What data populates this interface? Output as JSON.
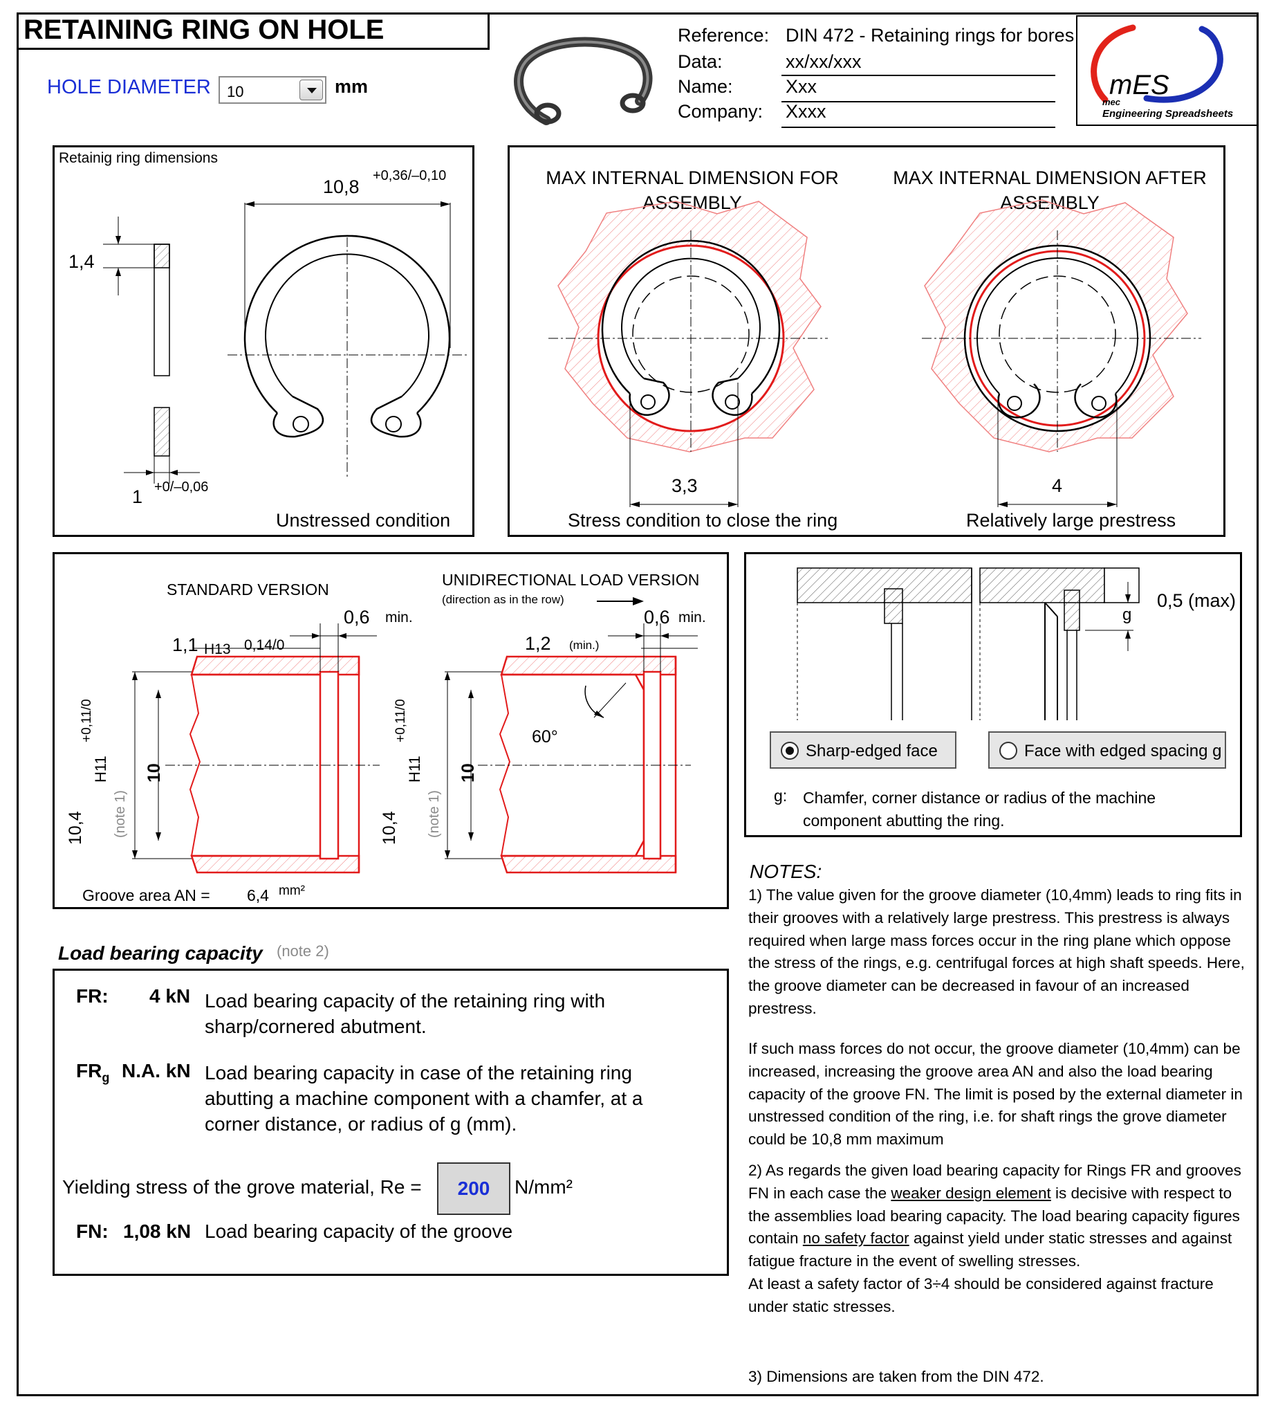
{
  "title": "RETAINING RING ON HOLE",
  "hole_diameter": {
    "label": "HOLE DIAMETER",
    "value": "10",
    "unit": "mm"
  },
  "header": {
    "reference_label": "Reference:",
    "reference_value": "DIN 472 - Retaining rings for bores",
    "data_label": "Data:",
    "data_value": "xx/xx/xxx",
    "name_label": "Name:",
    "name_value": "Xxx",
    "company_label": "Company:",
    "company_value": "Xxxx"
  },
  "logo": {
    "mark": "mES",
    "line1": "mec",
    "line2": "Engineering Spreadsheets"
  },
  "ring_dimensions": {
    "caption": "Retainig ring dimensions",
    "outer_dim": "10,8",
    "outer_tol": "+0,36/–0,10",
    "height_dim": "1,4",
    "thick_dim": "1",
    "thick_tol": "+0/–0,06",
    "condition": "Unstressed condition"
  },
  "assembly": {
    "left_title_1": "MAX INTERNAL DIMENSION FOR",
    "left_title_2": "ASSEMBLY",
    "right_title_1": "MAX INTERNAL DIMENSION AFTER",
    "right_title_2": "ASSEMBLY",
    "left_dim": "3,3",
    "right_dim": "4",
    "left_caption": "Stress condition to close the ring",
    "right_caption": "Relatively large prestress"
  },
  "groove": {
    "standard_title": "STANDARD VERSION",
    "uni_title": "UNIDIRECTIONAL LOAD VERSION",
    "uni_sub": "(direction as in the row)",
    "min_label": "min.",
    "min_dim": "0,6",
    "width_dim": "1,1",
    "width_tol_class": "H13",
    "width_tol": "0,14/0",
    "uni_width": "1,2",
    "uni_width_note": "(min.)",
    "angle": "60°",
    "groove_dia": "10,4",
    "groove_tol_class": "H11",
    "groove_tol": "+0,11/0",
    "note_ref": "(note 1)",
    "bore": "10",
    "area_label": "Groove area AN =",
    "area_value": "6,4",
    "area_unit": "mm²"
  },
  "abutment": {
    "g_label": "g",
    "chamfer_max": "0,5 (max)",
    "option_sharp": "Sharp-edged face",
    "option_spacing": "Face with edged spacing g",
    "g_desc_key": "g:",
    "g_desc_1": "Chamfer, corner distance or radius of the machine",
    "g_desc_2": "component abutting the ring."
  },
  "load": {
    "heading": "Load bearing capacity",
    "note": "(note 2)",
    "fr_key": "FR:",
    "fr_value": "4 kN",
    "fr_desc_1": "Load bearing capacity of the retaining ring with",
    "fr_desc_2": "sharp/cornered abutment.",
    "frg_key": "FR",
    "frg_sub": "g",
    "frg_value": "N.A. kN",
    "frg_desc_1": "Load bearing capacity in case of the retaining ring",
    "frg_desc_2": "abutting a machine component with a chamfer, at a",
    "frg_desc_3": "corner distance, or radius of g (mm).",
    "re_label": "Yielding stress of the grove material, Re =",
    "re_value": "200",
    "re_unit": "N/mm²",
    "fn_key": "FN:",
    "fn_value": "1,08 kN",
    "fn_desc": "Load bearing capacity of the groove"
  },
  "notes": {
    "heading": "NOTES:",
    "n1": "1) The value given for the groove diameter (10,4mm) leads to ring fits in their grooves with a relatively large prestress. This prestress is always required when large mass forces occur in the ring plane which oppose the stress of the rings, e.g. centrifugal forces at high shaft speeds. Here, the groove diameter can be decreased in favour of an increased prestress.",
    "n1b": "If such mass forces do not occur, the groove diameter (10,4mm) can be increased, increasing the groove area AN and also the load bearing capacity of the groove FN. The limit is posed by the external diameter in unstressed condition of the ring, i.e. for shaft rings the grove diameter could be 10,8 mm maximum",
    "n2_a": "2) As regards the given load bearing capacity for Rings FR and grooves FN in each case the",
    "n2_u1": "weaker design element",
    "n2_b": "is decisive with respect to the assemblies load bearing capacity. The load bearing capacity figures contain",
    "n2_u2": "no safety factor",
    "n2_c": "against yield under static stresses and against fatigue fracture in the event of swelling stresses.",
    "n2_d": "At least a safety factor of 3÷4 should be considered against fracture under static stresses.",
    "n3": "3) Dimensions are taken from the DIN 472."
  },
  "colors": {
    "accent_blue": "#1a2fd6",
    "hatch_red": "#e21b1b",
    "logo_red": "#e2231a",
    "logo_blue": "#1b2fb3"
  }
}
